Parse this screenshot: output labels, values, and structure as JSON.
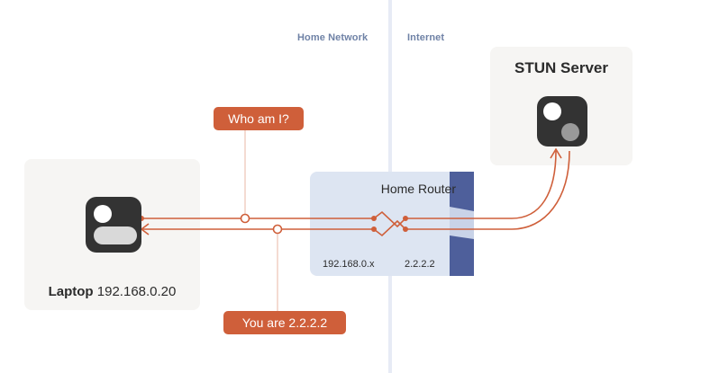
{
  "zones": {
    "home_network": "Home Network",
    "internet": "Internet"
  },
  "stun": {
    "title": "STUN Server"
  },
  "router": {
    "title": "Home Router",
    "private_ip": "192.168.0.x",
    "public_ip": "2.2.2.2"
  },
  "laptop": {
    "name": "Laptop",
    "ip": "192.168.0.20"
  },
  "messages": {
    "request": "Who am I?",
    "response": "You are 2.2.2.2"
  },
  "colors": {
    "accent": "#cf5f3a",
    "router_bg": "#dde5f2",
    "router_strip": "#4e5f9b",
    "device_icon": "#333333",
    "card_bg": "#f6f5f3"
  },
  "icons": {
    "laptop": "laptop-icon",
    "server": "server-icon"
  }
}
